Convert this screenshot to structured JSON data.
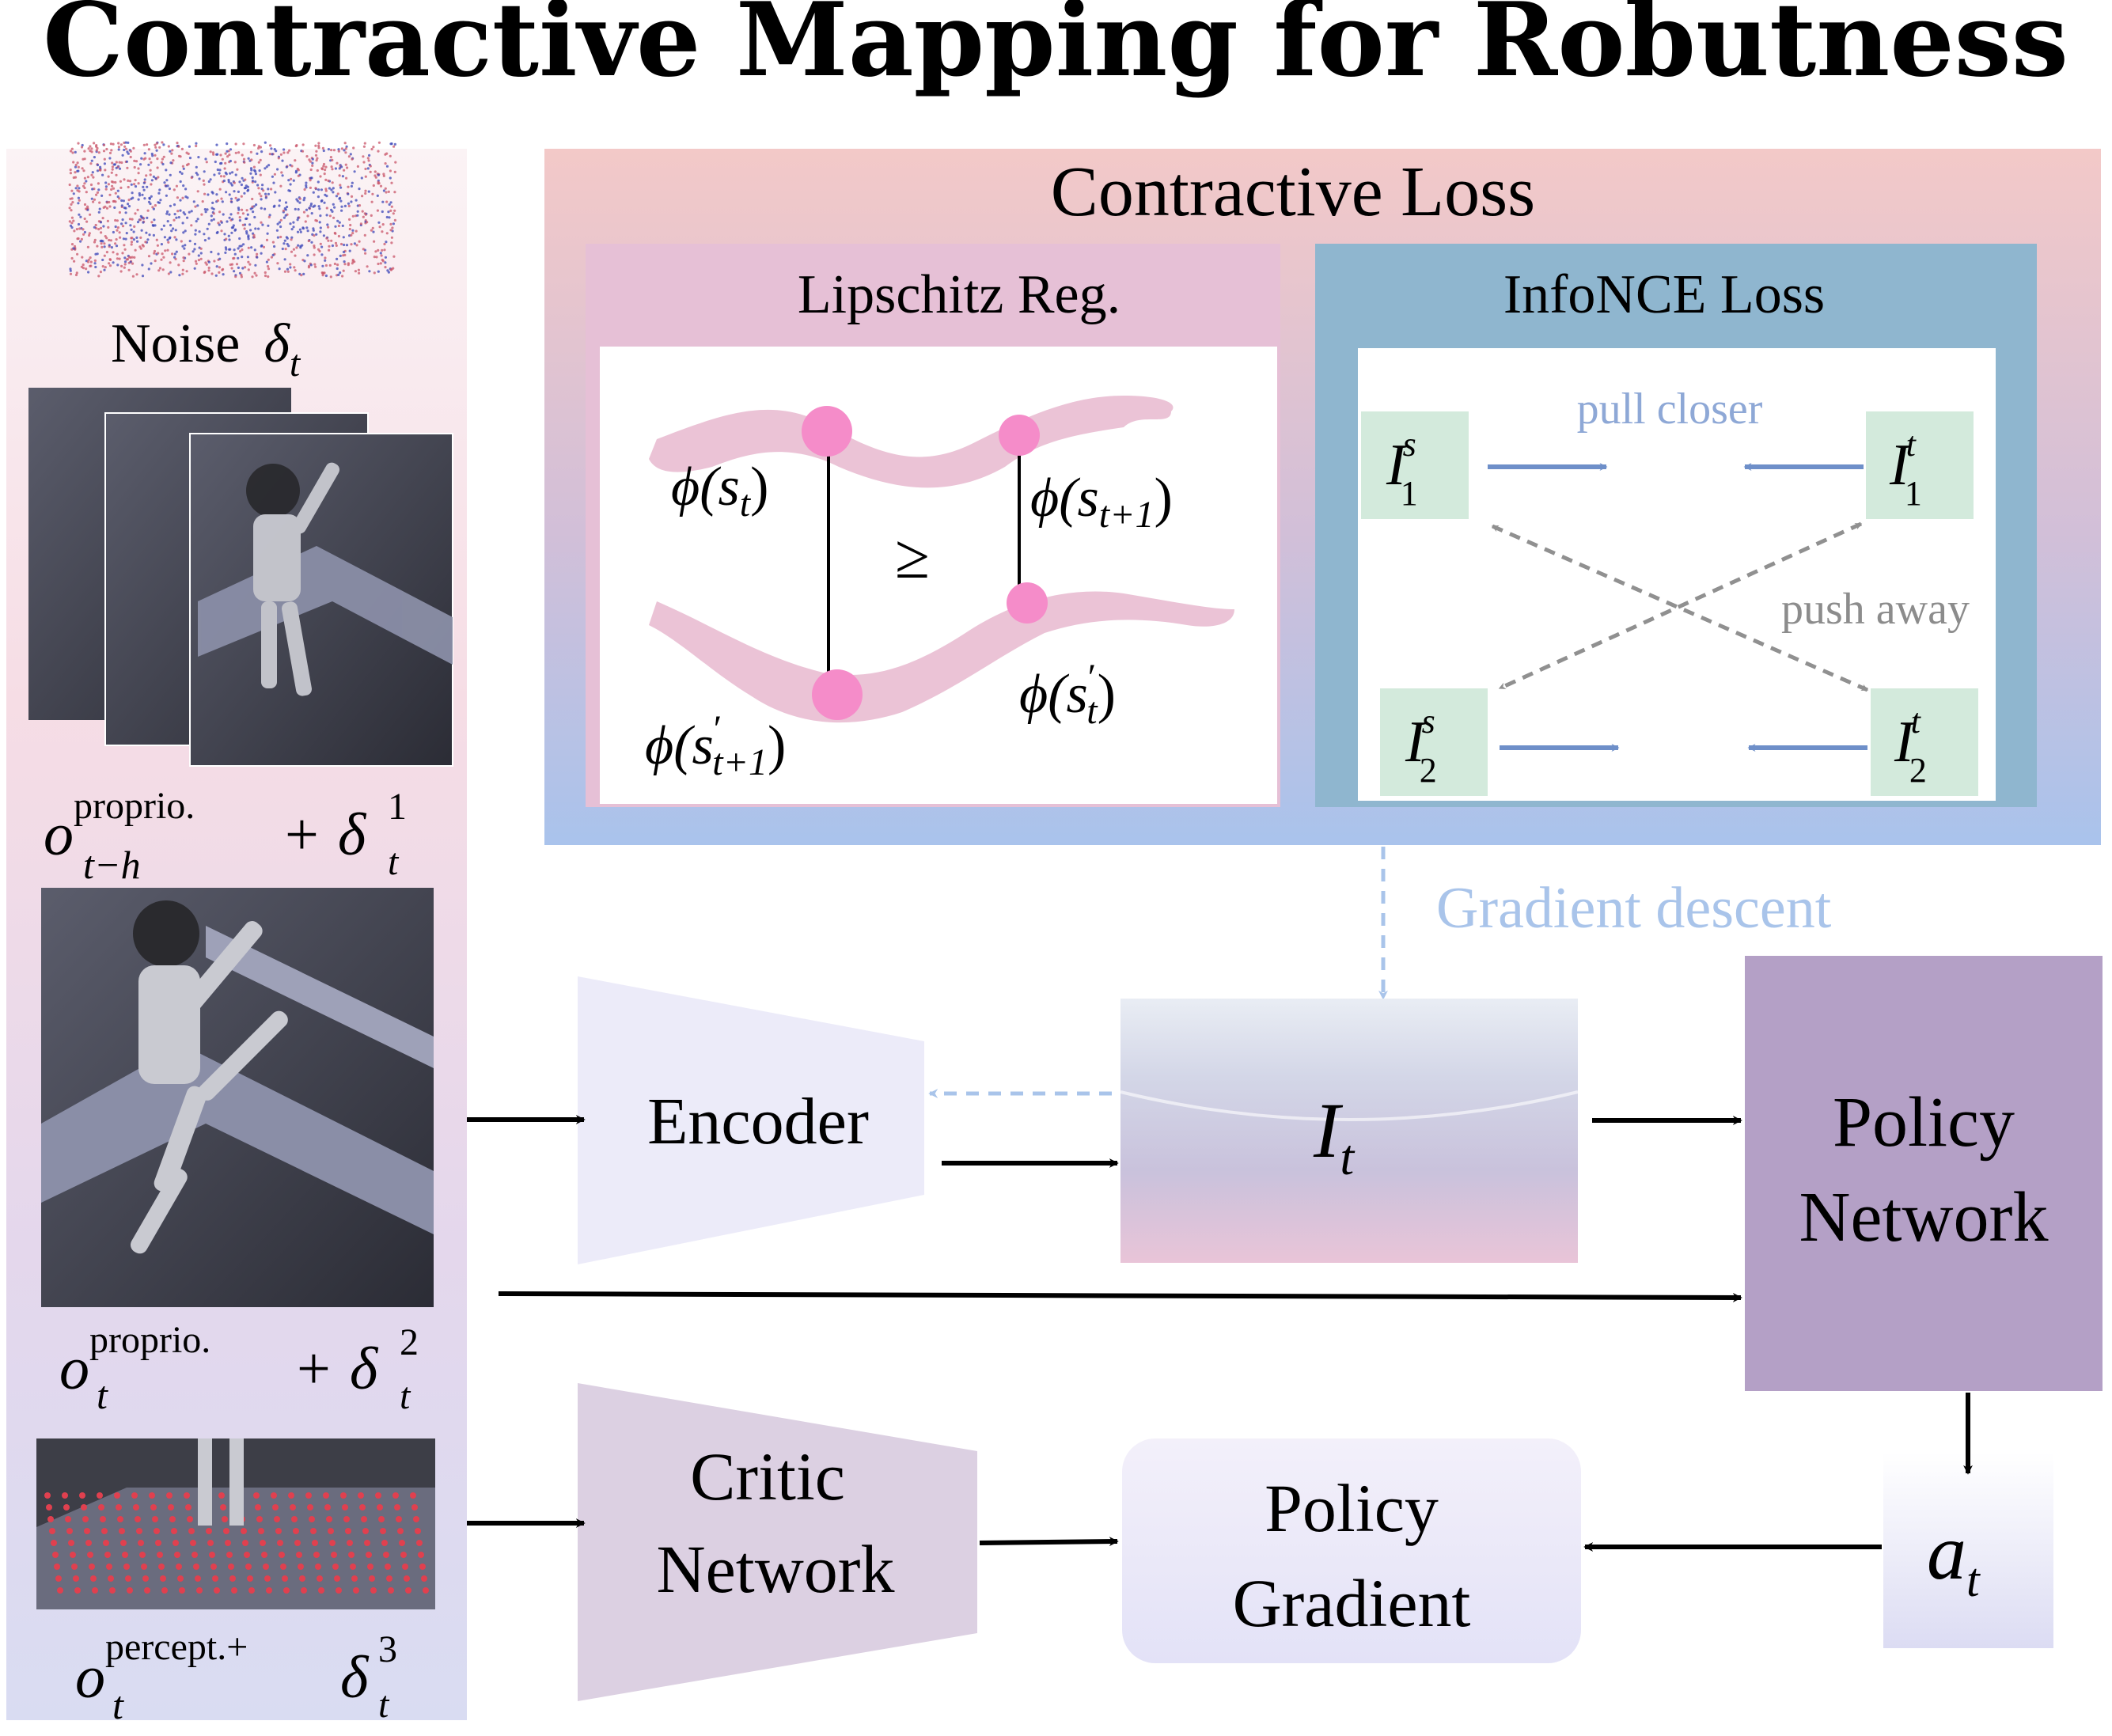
{
  "title": "Contractive Mapping for Robutness",
  "contractive_loss": {
    "title": "Contractive Loss",
    "lipschitz": {
      "title": "Lipschitz Reg.",
      "label_phi_st": "ϕ(s",
      "label_phi_st_sub": "t",
      "label_phi_st1": "ϕ(s",
      "label_phi_st1_sub": "t+1",
      "label_phi_stp": "ϕ(s",
      "label_phi_stp_sub": "t",
      "label_phi_st1p": "ϕ(s",
      "label_phi_st1p_sub": "t+1",
      "prime": "′",
      "close_paren": ")",
      "geq": "≥"
    },
    "infonce": {
      "title": "InfoNCE Loss",
      "pull_closer": "pull closer",
      "push_away": "push away",
      "I": "I",
      "sup_s": "s",
      "sup_t": "t",
      "sub_1": "1",
      "sub_2": "2"
    }
  },
  "gradient_descent": "Gradient descent",
  "encoder": "Encoder",
  "latent": {
    "I": "I",
    "sub": "t"
  },
  "policy_network": {
    "line1": "Policy",
    "line2": "Network"
  },
  "critic_network": {
    "line1": "Critic",
    "line2": "Network"
  },
  "policy_gradient": {
    "line1": "Policy",
    "line2": "Gradient"
  },
  "action": {
    "a": "a",
    "sub": "t"
  },
  "left_panel": {
    "noise_label": "Noise",
    "noise_symbol": "δ",
    "noise_sub": "t",
    "obs1": {
      "o": "o",
      "sup": "proprio.",
      "sub": "t−h",
      "plus": "+",
      "delta": "δ",
      "dsup": "1",
      "dsub": "t"
    },
    "obs2": {
      "o": "o",
      "sup": "proprio.",
      "sub": "t",
      "plus": "+",
      "delta": "δ",
      "dsup": "2",
      "dsub": "t"
    },
    "obs3": {
      "o": "o",
      "sup": "percept.+",
      "sub": "t",
      "delta": "δ",
      "dsup": "3",
      "dsub": "t"
    }
  },
  "colors": {
    "arrow": "#000000",
    "gradient_arrow": "#a9c4ea",
    "pink_ribbon": "#e7b9cf",
    "pink_dot": "#f58cc9",
    "node_green": "#d3eadc",
    "infonce_arrow": "#6e8fc9",
    "push_arrow": "#909090",
    "policy_network": "#b4a0c6",
    "critic_network": "#dcd0e2",
    "encoder": "#ecebf9",
    "lipschitz_header": "#e6c0d6",
    "infonce_bg": "#8fb6cf"
  }
}
